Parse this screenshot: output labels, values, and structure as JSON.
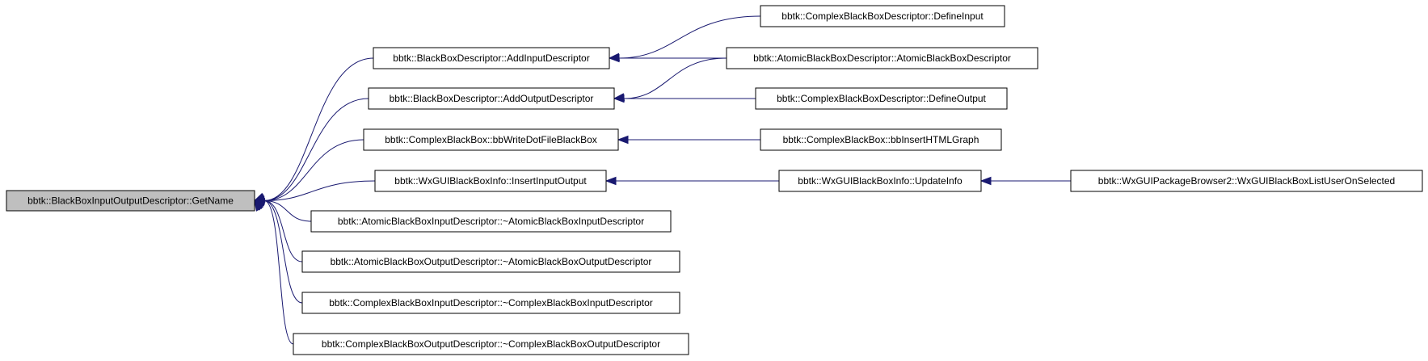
{
  "colors": {
    "edge": "#191970",
    "root_fill": "#bfbfbf",
    "node_fill": "#ffffff",
    "border": "#000000"
  },
  "nodes": [
    {
      "id": "root",
      "label": "bbtk::BlackBoxInputOutputDescriptor::GetName"
    },
    {
      "id": "n_addin",
      "label": "bbtk::BlackBoxDescriptor::AddInputDescriptor"
    },
    {
      "id": "n_addout",
      "label": "bbtk::BlackBoxDescriptor::AddOutputDescriptor"
    },
    {
      "id": "n_writedot",
      "label": "bbtk::ComplexBlackBox::bbWriteDotFileBlackBox"
    },
    {
      "id": "n_insertio",
      "label": "bbtk::WxGUIBlackBoxInfo::InsertInputOutput"
    },
    {
      "id": "n_atomin",
      "label": "bbtk::AtomicBlackBoxInputDescriptor::~AtomicBlackBoxInputDescriptor"
    },
    {
      "id": "n_atomout",
      "label": "bbtk::AtomicBlackBoxOutputDescriptor::~AtomicBlackBoxOutputDescriptor"
    },
    {
      "id": "n_cplxin",
      "label": "bbtk::ComplexBlackBoxInputDescriptor::~ComplexBlackBoxInputDescriptor"
    },
    {
      "id": "n_cplxout",
      "label": "bbtk::ComplexBlackBoxOutputDescriptor::~ComplexBlackBoxOutputDescriptor"
    },
    {
      "id": "n_definein",
      "label": "bbtk::ComplexBlackBoxDescriptor::DefineInput"
    },
    {
      "id": "n_atomicbbd",
      "label": "bbtk::AtomicBlackBoxDescriptor::AtomicBlackBoxDescriptor"
    },
    {
      "id": "n_defineout",
      "label": "bbtk::ComplexBlackBoxDescriptor::DefineOutput"
    },
    {
      "id": "n_inserthtml",
      "label": "bbtk::ComplexBlackBox::bbInsertHTMLGraph"
    },
    {
      "id": "n_updateinfo",
      "label": "bbtk::WxGUIBlackBoxInfo::UpdateInfo"
    },
    {
      "id": "n_listuser",
      "label": "bbtk::WxGUIPackageBrowser2::WxGUIBlackBoxListUserOnSelected"
    }
  ],
  "edges": [
    {
      "from": "n_addin",
      "to": "root"
    },
    {
      "from": "n_addout",
      "to": "root"
    },
    {
      "from": "n_writedot",
      "to": "root"
    },
    {
      "from": "n_insertio",
      "to": "root"
    },
    {
      "from": "n_atomin",
      "to": "root"
    },
    {
      "from": "n_atomout",
      "to": "root"
    },
    {
      "from": "n_cplxin",
      "to": "root"
    },
    {
      "from": "n_cplxout",
      "to": "root"
    },
    {
      "from": "n_definein",
      "to": "n_addin"
    },
    {
      "from": "n_atomicbbd",
      "to": "n_addin"
    },
    {
      "from": "n_atomicbbd",
      "to": "n_addout"
    },
    {
      "from": "n_defineout",
      "to": "n_addout"
    },
    {
      "from": "n_inserthtml",
      "to": "n_writedot"
    },
    {
      "from": "n_updateinfo",
      "to": "n_insertio"
    },
    {
      "from": "n_listuser",
      "to": "n_updateinfo"
    }
  ]
}
